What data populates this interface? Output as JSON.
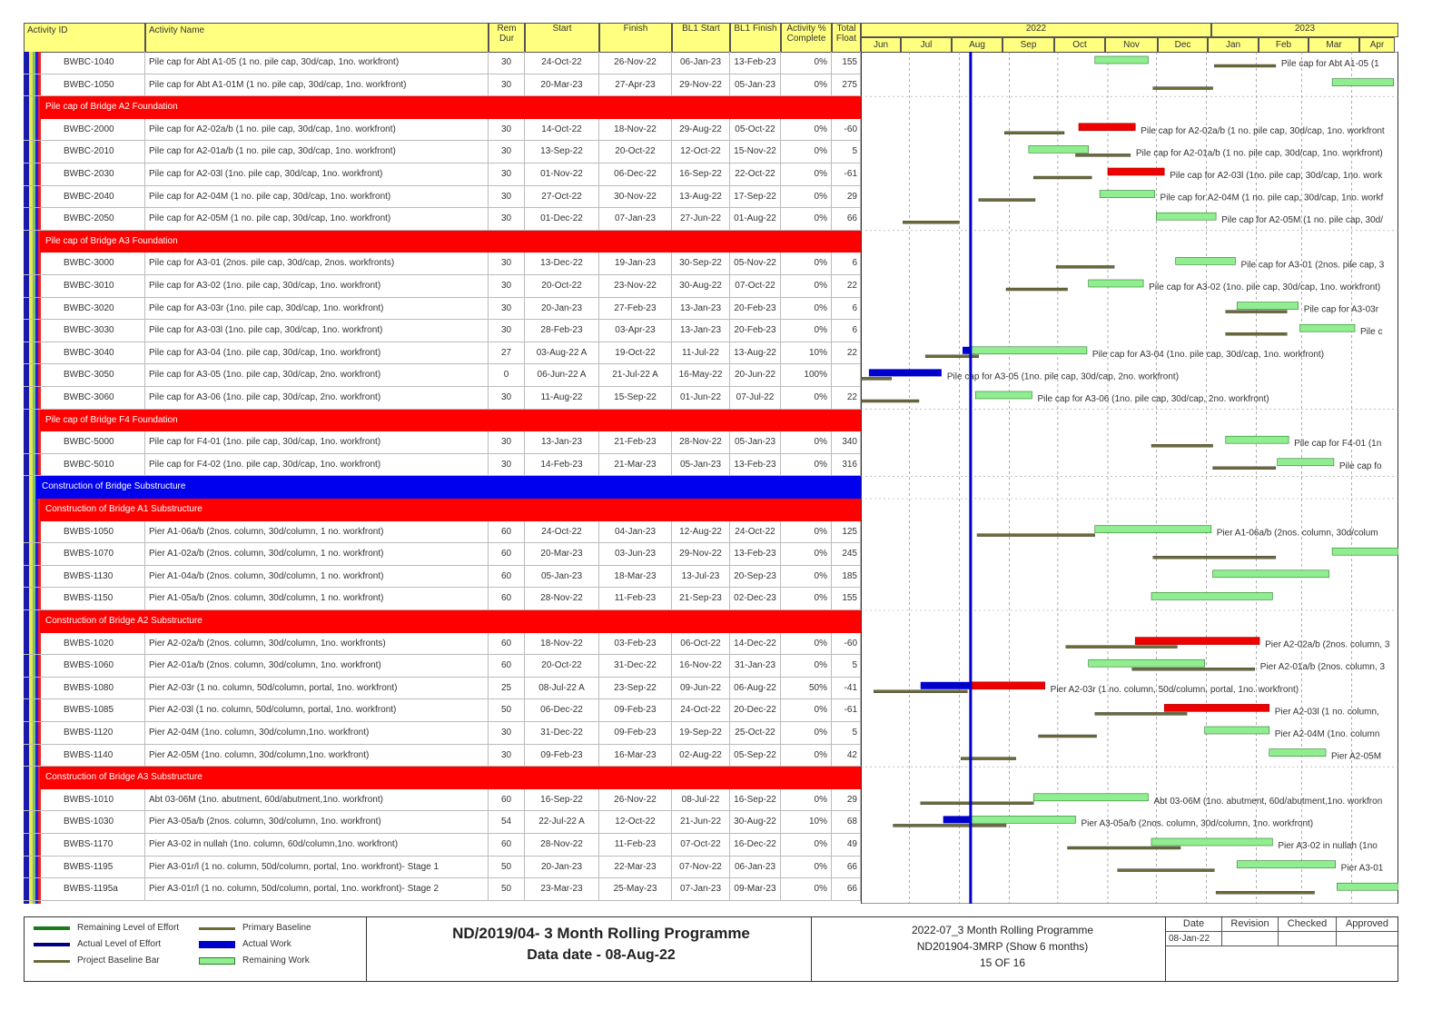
{
  "columns": {
    "activity_id": "Activity ID",
    "activity_name": "Activity Name",
    "rem_dur": "Rem\nDur",
    "start": "Start",
    "finish": "Finish",
    "bl1_start": "BL1 Start",
    "bl1_finish": "BL1 Finish",
    "pct_complete": "Activity %\nComplete",
    "total_float": "Total\nFloat"
  },
  "timescale": {
    "years": [
      "2022",
      "2023"
    ],
    "months": [
      "Jun",
      "Jul",
      "Aug",
      "Sep",
      "Oct",
      "Nov",
      "Dec",
      "Jan",
      "Feb",
      "Mar",
      "Apr"
    ]
  },
  "colors": {
    "header_bg": "#ffff80",
    "wbs_band": "#ff0000",
    "wbs_band_blue": "#0000ee",
    "critical_bar": "#ff0000",
    "remaining_work": "#90ee90",
    "actual_work": "#0000cc",
    "baseline": "#6b6b3a",
    "data_date_line": "#0000cc"
  },
  "rows": [
    {
      "type": "activity",
      "id": "BWBC-1040",
      "name": "Pile cap for Abt A1-05 (1 no. pile cap, 30d/cap, 1no. workfront)",
      "rd": "30",
      "start": "24-Oct-22",
      "finish": "26-Nov-22",
      "bls": "06-Jan-23",
      "blf": "13-Feb-23",
      "pc": "0%",
      "tf": "155",
      "label": "Pile cap for Abt A1-05 (1"
    },
    {
      "type": "activity",
      "id": "BWBC-1050",
      "name": "Pile cap for Abt A1-01M (1 no. pile cap, 30d/cap, 1no. workfront)",
      "rd": "30",
      "start": "20-Mar-23",
      "finish": "27-Apr-23",
      "bls": "29-Nov-22",
      "blf": "05-Jan-23",
      "pc": "0%",
      "tf": "275",
      "label": ""
    },
    {
      "type": "wbs",
      "label": "Pile cap of Bridge A2 Foundation"
    },
    {
      "type": "activity",
      "id": "BWBC-2000",
      "name": "Pile cap for A2-02a/b (1 no. pile cap, 30d/cap, 1no. workfront)",
      "rd": "30",
      "start": "14-Oct-22",
      "finish": "18-Nov-22",
      "bls": "29-Aug-22",
      "blf": "05-Oct-22",
      "pc": "0%",
      "tf": "-60",
      "label": "Pile cap for A2-02a/b (1 no. pile cap, 30d/cap, 1no. workfront"
    },
    {
      "type": "activity",
      "id": "BWBC-2010",
      "name": "Pile cap for A2-01a/b (1 no. pile cap, 30d/cap, 1no. workfront)",
      "rd": "30",
      "start": "13-Sep-22",
      "finish": "20-Oct-22",
      "bls": "12-Oct-22",
      "blf": "15-Nov-22",
      "pc": "0%",
      "tf": "5",
      "label": "Pile cap for A2-01a/b (1 no. pile cap, 30d/cap, 1no. workfront)"
    },
    {
      "type": "activity",
      "id": "BWBC-2030",
      "name": "Pile cap for A2-03l (1no. pile cap, 30d/cap, 1no. workfront)",
      "rd": "30",
      "start": "01-Nov-22",
      "finish": "06-Dec-22",
      "bls": "16-Sep-22",
      "blf": "22-Oct-22",
      "pc": "0%",
      "tf": "-61",
      "label": "Pile cap for A2-03l (1no. pile cap, 30d/cap, 1no. work"
    },
    {
      "type": "activity",
      "id": "BWBC-2040",
      "name": "Pile cap for A2-04M (1 no. pile cap, 30d/cap, 1no. workfront)",
      "rd": "30",
      "start": "27-Oct-22",
      "finish": "30-Nov-22",
      "bls": "13-Aug-22",
      "blf": "17-Sep-22",
      "pc": "0%",
      "tf": "29",
      "label": "Pile cap for A2-04M (1 no. pile cap, 30d/cap, 1no. workf"
    },
    {
      "type": "activity",
      "id": "BWBC-2050",
      "name": "Pile cap for A2-05M (1 no. pile cap, 30d/cap, 1no. workfront)",
      "rd": "30",
      "start": "01-Dec-22",
      "finish": "07-Jan-23",
      "bls": "27-Jun-22",
      "blf": "01-Aug-22",
      "pc": "0%",
      "tf": "66",
      "label": "Pile cap for A2-05M (1 no. pile cap, 30d/"
    },
    {
      "type": "wbs",
      "label": "Pile cap of Bridge A3 Foundation"
    },
    {
      "type": "activity",
      "id": "BWBC-3000",
      "name": "Pile cap for A3-01 (2nos. pile cap, 30d/cap, 2nos. workfronts)",
      "rd": "30",
      "start": "13-Dec-22",
      "finish": "19-Jan-23",
      "bls": "30-Sep-22",
      "blf": "05-Nov-22",
      "pc": "0%",
      "tf": "6",
      "label": "Pile cap for A3-01 (2nos. pile cap, 3"
    },
    {
      "type": "activity",
      "id": "BWBC-3010",
      "name": "Pile cap for A3-02 (1no. pile cap, 30d/cap, 1no. workfront)",
      "rd": "30",
      "start": "20-Oct-22",
      "finish": "23-Nov-22",
      "bls": "30-Aug-22",
      "blf": "07-Oct-22",
      "pc": "0%",
      "tf": "22",
      "label": "Pile cap for A3-02 (1no. pile cap, 30d/cap, 1no. workfront)"
    },
    {
      "type": "activity",
      "id": "BWBC-3020",
      "name": "Pile cap for A3-03r (1no. pile cap, 30d/cap, 1no. workfront)",
      "rd": "30",
      "start": "20-Jan-23",
      "finish": "27-Feb-23",
      "bls": "13-Jan-23",
      "blf": "20-Feb-23",
      "pc": "0%",
      "tf": "6",
      "label": "Pile cap for A3-03r"
    },
    {
      "type": "activity",
      "id": "BWBC-3030",
      "name": "Pile cap for A3-03l (1no. pile cap, 30d/cap, 1no. workfront)",
      "rd": "30",
      "start": "28-Feb-23",
      "finish": "03-Apr-23",
      "bls": "13-Jan-23",
      "blf": "20-Feb-23",
      "pc": "0%",
      "tf": "6",
      "label": "Pile c"
    },
    {
      "type": "activity",
      "id": "BWBC-3040",
      "name": "Pile cap for A3-04 (1no. pile cap, 30d/cap, 1no. workfront)",
      "rd": "27",
      "start": "03-Aug-22 A",
      "finish": "19-Oct-22",
      "bls": "11-Jul-22",
      "blf": "13-Aug-22",
      "pc": "10%",
      "tf": "22",
      "label": "Pile cap for A3-04 (1no. pile cap, 30d/cap, 1no. workfront)"
    },
    {
      "type": "activity",
      "id": "BWBC-3050",
      "name": "Pile cap for A3-05 (1no. pile cap, 30d/cap, 2no. workfront)",
      "rd": "0",
      "start": "06-Jun-22 A",
      "finish": "21-Jul-22 A",
      "bls": "16-May-22",
      "blf": "20-Jun-22",
      "pc": "100%",
      "tf": "",
      "label": "Pile cap for A3-05 (1no. pile cap, 30d/cap, 2no. workfront)"
    },
    {
      "type": "activity",
      "id": "BWBC-3060",
      "name": "Pile cap for A3-06 (1no. pile cap, 30d/cap, 2no. workfront)",
      "rd": "30",
      "start": "11-Aug-22",
      "finish": "15-Sep-22",
      "bls": "01-Jun-22",
      "blf": "07-Jul-22",
      "pc": "0%",
      "tf": "22",
      "label": "Pile cap for A3-06 (1no. pile cap, 30d/cap, 2no. workfront)"
    },
    {
      "type": "wbs",
      "label": "Pile cap of Bridge F4 Foundation"
    },
    {
      "type": "activity",
      "id": "BWBC-5000",
      "name": "Pile cap for F4-01 (1no. pile cap, 30d/cap, 1no. workfront)",
      "rd": "30",
      "start": "13-Jan-23",
      "finish": "21-Feb-23",
      "bls": "28-Nov-22",
      "blf": "05-Jan-23",
      "pc": "0%",
      "tf": "340",
      "label": "Pile cap for F4-01 (1n"
    },
    {
      "type": "activity",
      "id": "BWBC-5010",
      "name": "Pile cap for F4-02 (1no. pile cap, 30d/cap, 1no. workfront)",
      "rd": "30",
      "start": "14-Feb-23",
      "finish": "21-Mar-23",
      "bls": "05-Jan-23",
      "blf": "13-Feb-23",
      "pc": "0%",
      "tf": "316",
      "label": "Pile cap fo"
    },
    {
      "type": "wbs_blue",
      "label": "Construction of Bridge Substructure"
    },
    {
      "type": "wbs",
      "label": "Construction of Bridge A1 Substructure"
    },
    {
      "type": "activity",
      "id": "BWBS-1050",
      "name": "Pier A1-06a/b (2nos. column, 30d/column, 1 no. workfront)",
      "rd": "60",
      "start": "24-Oct-22",
      "finish": "04-Jan-23",
      "bls": "12-Aug-22",
      "blf": "24-Oct-22",
      "pc": "0%",
      "tf": "125",
      "label": "Pier A1-06a/b (2nos. column, 30d/colum"
    },
    {
      "type": "activity",
      "id": "BWBS-1070",
      "name": "Pier A1-02a/b (2nos. column, 30d/column, 1 no. workfront)",
      "rd": "60",
      "start": "20-Mar-23",
      "finish": "03-Jun-23",
      "bls": "29-Nov-22",
      "blf": "13-Feb-23",
      "pc": "0%",
      "tf": "245",
      "label": ""
    },
    {
      "type": "activity",
      "id": "BWBS-1130",
      "name": "Pier A1-04a/b (2nos. column, 30d/column, 1 no. workfront)",
      "rd": "60",
      "start": "05-Jan-23",
      "finish": "18-Mar-23",
      "bls": "13-Jul-23",
      "blf": "20-Sep-23",
      "pc": "0%",
      "tf": "185",
      "label": ""
    },
    {
      "type": "activity",
      "id": "BWBS-1150",
      "name": "Pier A1-05a/b (2nos. column, 30d/column, 1 no. workfront)",
      "rd": "60",
      "start": "28-Nov-22",
      "finish": "11-Feb-23",
      "bls": "21-Sep-23",
      "blf": "02-Dec-23",
      "pc": "0%",
      "tf": "155",
      "label": ""
    },
    {
      "type": "wbs",
      "label": "Construction of Bridge A2 Substructure"
    },
    {
      "type": "activity",
      "id": "BWBS-1020",
      "name": "Pier A2-02a/b (2nos. column, 30d/column, 1no. workfronts)",
      "rd": "60",
      "start": "18-Nov-22",
      "finish": "03-Feb-23",
      "bls": "06-Oct-22",
      "blf": "14-Dec-22",
      "pc": "0%",
      "tf": "-60",
      "label": "Pier A2-02a/b (2nos. column, 3"
    },
    {
      "type": "activity",
      "id": "BWBS-1060",
      "name": "Pier A2-01a/b (2nos. column, 30d/column, 1no. workfront)",
      "rd": "60",
      "start": "20-Oct-22",
      "finish": "31-Dec-22",
      "bls": "16-Nov-22",
      "blf": "31-Jan-23",
      "pc": "0%",
      "tf": "5",
      "label": "Pier A2-01a/b (2nos. column, 3"
    },
    {
      "type": "activity",
      "id": "BWBS-1080",
      "name": "Pier A2-03r (1 no. column, 50d/column,  portal, 1no. workfront)",
      "rd": "25",
      "start": "08-Jul-22 A",
      "finish": "23-Sep-22",
      "bls": "09-Jun-22",
      "blf": "06-Aug-22",
      "pc": "50%",
      "tf": "-41",
      "label": "Pier A2-03r (1 no. column, 50d/column,  portal, 1no. workfront)"
    },
    {
      "type": "activity",
      "id": "BWBS-1085",
      "name": "Pier A2-03l (1 no. column, 50d/column, portal, 1no. workfront)",
      "rd": "50",
      "start": "06-Dec-22",
      "finish": "09-Feb-23",
      "bls": "24-Oct-22",
      "blf": "20-Dec-22",
      "pc": "0%",
      "tf": "-61",
      "label": "Pier A2-03l (1 no. column,"
    },
    {
      "type": "activity",
      "id": "BWBS-1120",
      "name": "Pier A2-04M  (1no. column, 30d/column,1no. workfront)",
      "rd": "30",
      "start": "31-Dec-22",
      "finish": "09-Feb-23",
      "bls": "19-Sep-22",
      "blf": "25-Oct-22",
      "pc": "0%",
      "tf": "5",
      "label": "Pier A2-04M  (1no. column"
    },
    {
      "type": "activity",
      "id": "BWBS-1140",
      "name": "Pier A2-05M  (1no. column, 30d/column,1no. workfront)",
      "rd": "30",
      "start": "09-Feb-23",
      "finish": "16-Mar-23",
      "bls": "02-Aug-22",
      "blf": "05-Sep-22",
      "pc": "0%",
      "tf": "42",
      "label": "Pier A2-05M"
    },
    {
      "type": "wbs",
      "label": "Construction of Bridge A3 Substructure"
    },
    {
      "type": "activity",
      "id": "BWBS-1010",
      "name": "Abt 03-06M (1no. abutment, 60d/abutment,1no. workfront)",
      "rd": "60",
      "start": "16-Sep-22",
      "finish": "26-Nov-22",
      "bls": "08-Jul-22",
      "blf": "16-Sep-22",
      "pc": "0%",
      "tf": "29",
      "label": "Abt 03-06M (1no. abutment, 60d/abutment,1no. workfron"
    },
    {
      "type": "activity",
      "id": "BWBS-1030",
      "name": "Pier A3-05a/b  (2nos. column, 30d/column, 1no. workfront)",
      "rd": "54",
      "start": "22-Jul-22 A",
      "finish": "12-Oct-22",
      "bls": "21-Jun-22",
      "blf": "30-Aug-22",
      "pc": "10%",
      "tf": "68",
      "label": "Pier A3-05a/b  (2nos. column, 30d/column, 1no. workfront)"
    },
    {
      "type": "activity",
      "id": "BWBS-1170",
      "name": "Pier A3-02  in nullah (1no. column, 60d/column,1no. workfront)",
      "rd": "60",
      "start": "28-Nov-22",
      "finish": "11-Feb-23",
      "bls": "07-Oct-22",
      "blf": "16-Dec-22",
      "pc": "0%",
      "tf": "49",
      "label": "Pier A3-02  in nullah (1no"
    },
    {
      "type": "activity",
      "id": "BWBS-1195",
      "name": "Pier A3-01r/l (1 no. column, 50d/column,  portal, 1no. workfront)- Stage 1",
      "rd": "50",
      "start": "20-Jan-23",
      "finish": "22-Mar-23",
      "bls": "07-Nov-22",
      "blf": "06-Jan-23",
      "pc": "0%",
      "tf": "66",
      "label": "Pier A3-01"
    },
    {
      "type": "activity",
      "id": "BWBS-1195a",
      "name": "Pier A3-01r/l (1 no. column, 50d/column,  portal, 1no. workfront)- Stage 2",
      "rd": "50",
      "start": "23-Mar-23",
      "finish": "25-May-23",
      "bls": "07-Jan-23",
      "blf": "09-Mar-23",
      "pc": "0%",
      "tf": "66",
      "label": ""
    }
  ],
  "chart_data": {
    "type": "gantt",
    "data_date": "08-Aug-22",
    "x_range": [
      "01-Jun-22",
      "30-Apr-23"
    ],
    "critical_ids": [
      "BWBC-2000",
      "BWBC-2030",
      "BWBS-1020",
      "BWBS-1080",
      "BWBS-1085"
    ],
    "actual_ids": [
      "BWBC-3040",
      "BWBC-3050",
      "BWBS-1080",
      "BWBS-1030"
    ]
  },
  "legend": {
    "items": [
      {
        "label": "Remaining Level of Effort",
        "color": "#1a7a1a"
      },
      {
        "label": "Actual Level of Effort",
        "color": "#000080"
      },
      {
        "label": "Project Baseline Bar",
        "color": "#6b6b3a"
      },
      {
        "label": "Primary Baseline",
        "color": "#6b6b3a"
      },
      {
        "label": "Actual Work",
        "color": "#0000cc"
      },
      {
        "label": "Remaining Work",
        "color": "#90ee90"
      }
    ]
  },
  "footer": {
    "title_line1": "ND/2019/04-  3 Month Rolling Programme",
    "title_line2": "Data date - 08-Aug-22",
    "info_line1": "2022-07_3 Month Rolling Programme",
    "info_line2": "ND201904-3MRP (Show 6 months)",
    "info_line3": "15 OF 16",
    "rev_headers": [
      "Date",
      "Revision",
      "Checked",
      "Approved"
    ],
    "rev_date": "08-Jan-22"
  }
}
